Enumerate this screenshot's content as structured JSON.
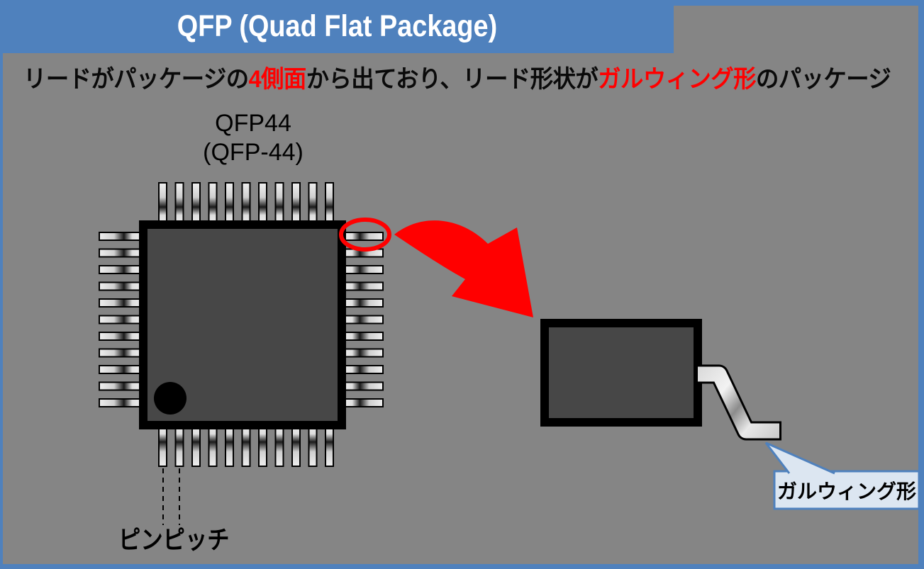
{
  "header": {
    "title": "QFP (Quad Flat Package)"
  },
  "subtitle": {
    "segments": [
      {
        "text": "リードがパッケージの",
        "highlight": false
      },
      {
        "text": "4側面",
        "highlight": true
      },
      {
        "text": "から出ており、リード形状が",
        "highlight": false
      },
      {
        "text": "ガルウィング形",
        "highlight": true
      },
      {
        "text": "のパッケージ",
        "highlight": false
      }
    ]
  },
  "chip": {
    "name": "QFP44",
    "name_alt": "(QFP-44)",
    "pins_per_side": 11,
    "total_pins": 44
  },
  "labels": {
    "pin_pitch": "ピンピッチ",
    "lead_shape_callout": "ガルウィング形"
  },
  "colors": {
    "accent_blue": "#4f81bd",
    "background_gray": "#858585",
    "chip_body": "#474747",
    "highlight_red": "#ff0000",
    "callout_fill": "#dce6f1",
    "lead_light": "#efefef",
    "lead_dark": "#1a1a1a"
  }
}
